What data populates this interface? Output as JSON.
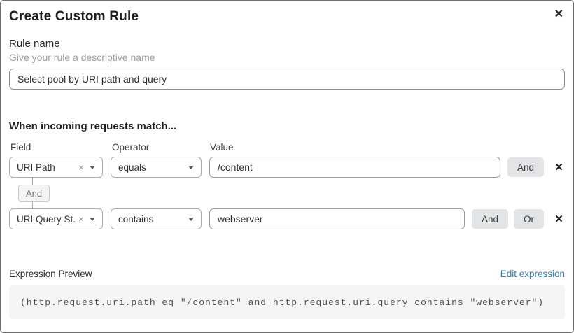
{
  "dialog": {
    "title": "Create Custom Rule"
  },
  "icons": {
    "close": "✕",
    "remove_condition": "✕",
    "clear_selection": "×"
  },
  "rule_name": {
    "label": "Rule name",
    "hint": "Give your rule a descriptive name",
    "value": "Select pool by URI path and query"
  },
  "match_section": {
    "heading": "When incoming requests match...",
    "column_headers": [
      "Field",
      "Operator",
      "Value"
    ],
    "connector_label": "And",
    "rows": [
      {
        "field": "URI Path",
        "operator": "equals",
        "value": "/content",
        "buttons": [
          "And"
        ]
      },
      {
        "field": "URI Query St...",
        "operator": "contains",
        "value": "webserver",
        "buttons": [
          "And",
          "Or"
        ]
      }
    ]
  },
  "expression_preview": {
    "label": "Expression Preview",
    "edit_link": "Edit expression",
    "expression": "(http.request.uri.path eq \"/content\" and http.request.uri.query contains \"webserver\")"
  },
  "colors": {
    "link_blue": "#2e82b4",
    "conjunction_button_gray": "#e3e4e6",
    "code_background": "#f5f5f5",
    "connector_pill_background": "#f5f5f5"
  }
}
